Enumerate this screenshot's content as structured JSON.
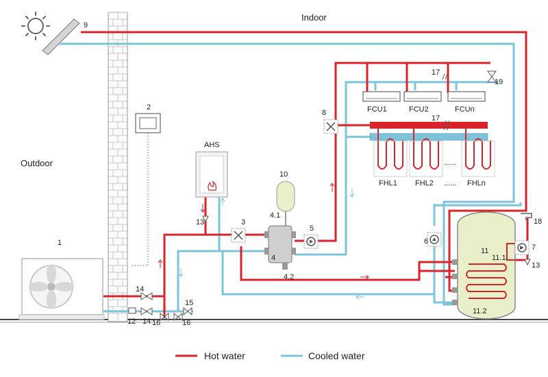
{
  "zones": {
    "indoor": "Indoor",
    "outdoor": "Outdoor"
  },
  "components": {
    "ahs": "AHS",
    "fcu": [
      "FCU1",
      "FCU2",
      "FCUn"
    ],
    "fhl": [
      "FHL1",
      "FHL2",
      "FHLn"
    ],
    "fcu_dots": "......",
    "fhl_dots": "......"
  },
  "callouts": {
    "n1": "1",
    "n2": "2",
    "n3": "3",
    "n4": "4",
    "n4_1": "4.1",
    "n4_2": "4.2",
    "n5": "5",
    "n6": "6",
    "n7": "7",
    "n8": "8",
    "n9": "9",
    "n10": "10",
    "n11": "11",
    "n11_1": "11.1",
    "n11_2": "11.2",
    "n12": "12",
    "n13a": "13",
    "n13b": "13",
    "n14a": "14",
    "n14b": "14",
    "n15": "15",
    "n16a": "16",
    "n16b": "16",
    "n17a": "17",
    "n17b": "17",
    "n18": "18",
    "n19": "19"
  },
  "legend": {
    "hot": "Hot water",
    "cool": "Cooled water"
  },
  "colors": {
    "hot": "#d8232a",
    "cool": "#7cc3dc",
    "frame": "#cfcfcf",
    "tank": "#e9efc9",
    "wall": "#9a9a9a"
  }
}
